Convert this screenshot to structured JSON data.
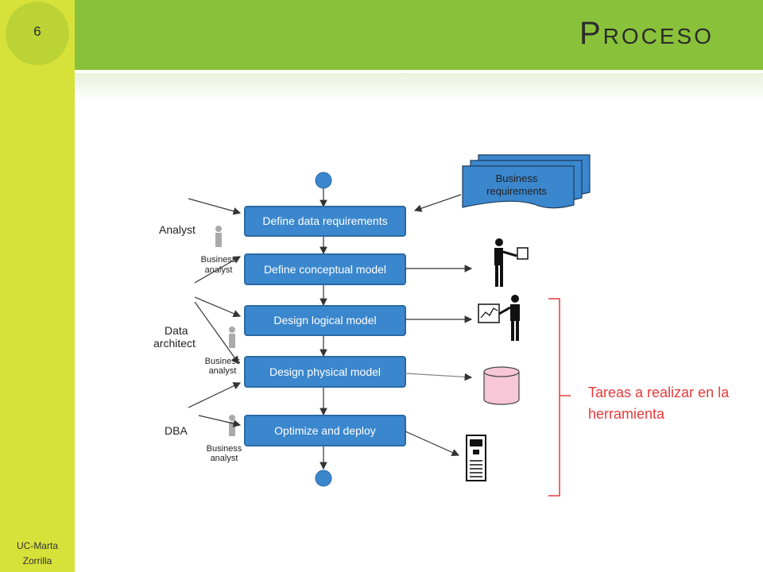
{
  "slide": {
    "number": "6",
    "title": "Proceso",
    "author": "UC-Marta\nZorrilla"
  },
  "diagram": {
    "steps": [
      "Define data requirements",
      "Define conceptual model",
      "Design logical model",
      "Design physical model",
      "Optimize and deploy"
    ],
    "document_label_line1": "Business",
    "document_label_line2": "requirements",
    "roles": {
      "analyst": "Analyst",
      "data_architect_1": "Data",
      "data_architect_2": "architect",
      "dba": "DBA"
    },
    "business_analyst_line1": "Business",
    "business_analyst_line2": "analyst"
  },
  "note": "Tareas a realizar en la herramienta",
  "colors": {
    "sidebar": "#d6e23a",
    "header": "#89c23a",
    "node": "#3b87cd",
    "note": "#e8393a"
  }
}
